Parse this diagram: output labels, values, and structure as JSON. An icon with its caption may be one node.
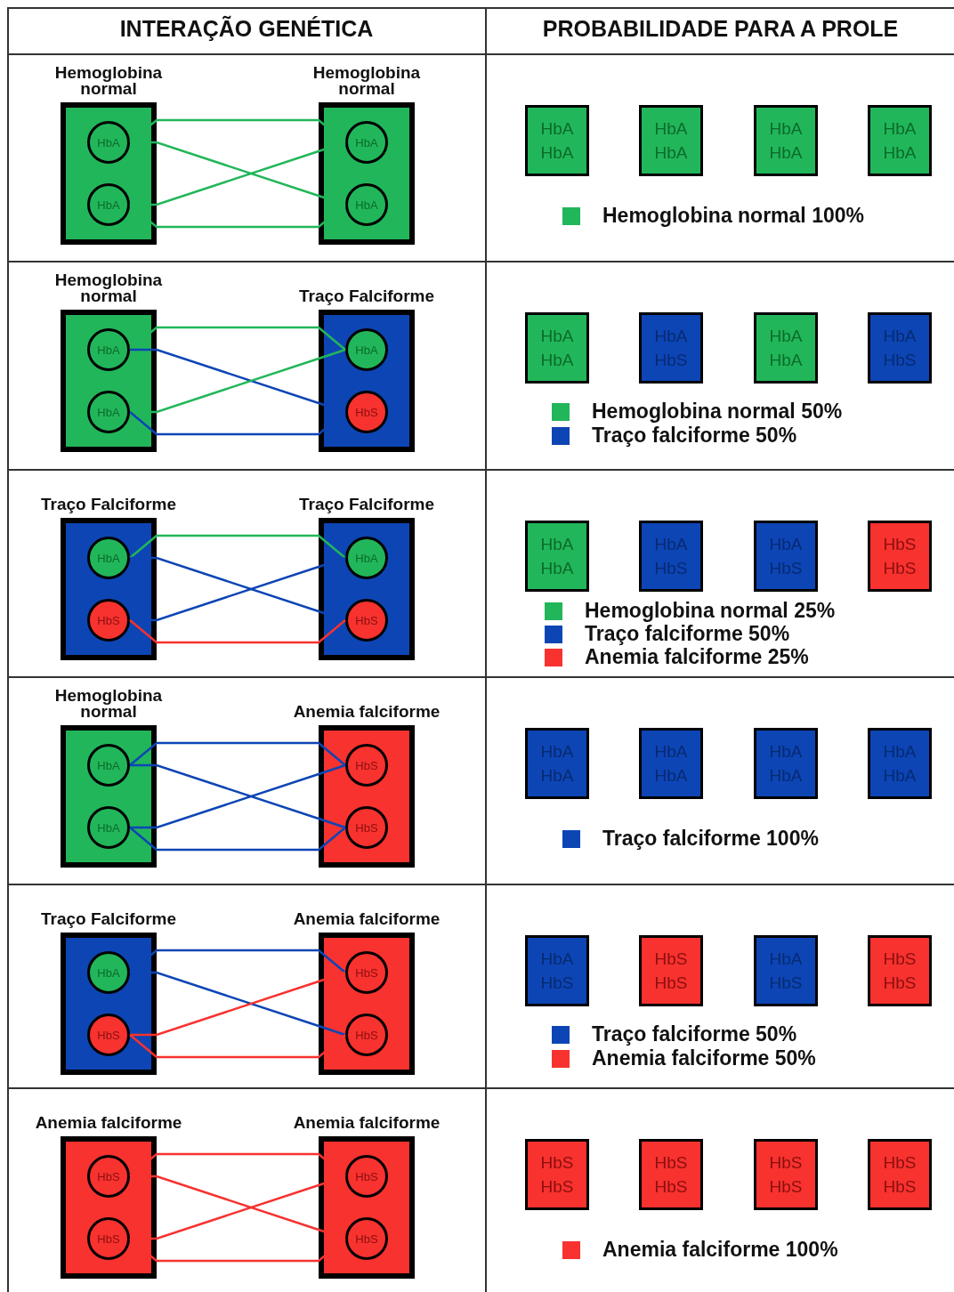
{
  "diagram": {
    "nodes": [
      {
        "text": [
          "Hemoglobina normal"
        ]
      },
      {
        "text": [
          "HbA"
        ],
        "in": 0
      },
      {
        "text": [
          "HbA"
        ],
        "in": 0
      },
      {
        "text": [
          "Hemoglobina normal"
        ]
      },
      {
        "text": [
          "HbA"
        ],
        "in": 3
      },
      {
        "text": [
          "HbA"
        ],
        "in": 3
      },
      {
        "text": [
          "HbA",
          "HbA"
        ]
      },
      {
        "text": [
          "HbA",
          "HbA"
        ]
      },
      {
        "text": [
          "HbA",
          "HbA"
        ]
      },
      {
        "text": [
          "HbA",
          "HbA"
        ]
      },
      {
        "text": [
          "Hemoglobina normal"
        ]
      },
      {
        "text": [
          "HbA"
        ],
        "in": 10
      },
      {
        "text": [
          "HbA"
        ],
        "in": 10
      },
      {
        "text": [
          "Traço Falciforme"
        ]
      },
      {
        "text": [
          "HbA"
        ],
        "in": 13
      },
      {
        "text": [
          "HbS"
        ],
        "in": 13
      },
      {
        "text": [
          "HbA",
          "HbA"
        ]
      },
      {
        "text": [
          "HbA",
          "HbS"
        ]
      },
      {
        "text": [
          "HbA",
          "HbA"
        ]
      },
      {
        "text": [
          "HbA",
          "HbS"
        ]
      },
      {
        "text": [
          "Traço Falciforme"
        ]
      },
      {
        "text": [
          "HbA"
        ],
        "in": 20
      },
      {
        "text": [
          "HbS"
        ],
        "in": 20
      },
      {
        "text": [
          "Traço Falciforme"
        ]
      },
      {
        "text": [
          "HbA"
        ],
        "in": 23
      },
      {
        "text": [
          "HbS"
        ],
        "in": 23
      },
      {
        "text": [
          "HbA",
          "HbA"
        ]
      },
      {
        "text": [
          "HbA",
          "HbS"
        ]
      },
      {
        "text": [
          "HbA",
          "HbS"
        ]
      },
      {
        "text": [
          "HbS",
          "HbS"
        ]
      },
      {
        "text": [
          "Hemoglobina normal"
        ]
      },
      {
        "text": [
          "HbA"
        ],
        "in": 30
      },
      {
        "text": [
          "HbA"
        ],
        "in": 30
      },
      {
        "text": [
          "Anemia falciforme"
        ]
      },
      {
        "text": [
          "HbS"
        ],
        "in": 33
      },
      {
        "text": [
          "HbS"
        ],
        "in": 33
      },
      {
        "text": [
          "HbA",
          "HbA"
        ]
      },
      {
        "text": [
          "HbA",
          "HbA"
        ]
      },
      {
        "text": [
          "HbA",
          "HbA"
        ]
      },
      {
        "text": [
          "HbA",
          "HbA"
        ]
      },
      {
        "text": [
          "Traço Falciforme"
        ]
      },
      {
        "text": [
          "HbA"
        ],
        "in": 40
      },
      {
        "text": [
          "HbS"
        ],
        "in": 40
      },
      {
        "text": [
          "Anemia falciforme"
        ]
      },
      {
        "text": [
          "HbS"
        ],
        "in": 43
      },
      {
        "text": [
          "HbS"
        ],
        "in": 43
      },
      {
        "text": [
          "HbA",
          "HbS"
        ]
      },
      {
        "text": [
          "HbS",
          "HbS"
        ]
      },
      {
        "text": [
          "HbA",
          "HbS"
        ]
      },
      {
        "text": [
          "HbS",
          "HbS"
        ]
      },
      {
        "text": [
          "Anemia falciforme"
        ]
      },
      {
        "text": [
          "HbS"
        ],
        "in": 50
      },
      {
        "text": [
          "HbS"
        ],
        "in": 50
      },
      {
        "text": [
          "Anemia falciforme"
        ]
      },
      {
        "text": [
          "HbS"
        ],
        "in": 53
      },
      {
        "text": [
          "HbS"
        ],
        "in": 53
      },
      {
        "text": [
          "HbS",
          "HbS"
        ]
      },
      {
        "text": [
          "HbS",
          "HbS"
        ]
      },
      {
        "text": [
          "HbS",
          "HbS"
        ]
      },
      {
        "text": [
          "HbS",
          "HbS"
        ]
      }
    ],
    "edges": [
      {
        "from": 1,
        "to": 4,
        "arrow": "none",
        "color": "#22b65a"
      },
      {
        "from": 1,
        "to": 5,
        "arrow": "none",
        "color": "#22b65a"
      },
      {
        "from": 2,
        "to": 4,
        "arrow": "none",
        "color": "#22b65a"
      },
      {
        "from": 2,
        "to": 5,
        "arrow": "none",
        "color": "#22b65a"
      },
      {
        "from": 11,
        "to": 14,
        "arrow": "none",
        "color": "#22b65a"
      },
      {
        "from": 11,
        "to": 15,
        "arrow": "none"
      },
      {
        "from": 12,
        "to": 14,
        "arrow": "none",
        "color": "#22b65a"
      },
      {
        "from": 12,
        "to": 15,
        "arrow": "none"
      },
      {
        "from": 21,
        "to": 24,
        "arrow": "none",
        "color": "#22b65a"
      },
      {
        "from": 21,
        "to": 25,
        "arrow": "none"
      },
      {
        "from": 22,
        "to": 24,
        "arrow": "none"
      },
      {
        "from": 22,
        "to": 25,
        "arrow": "none",
        "color": "#f7322f"
      },
      {
        "from": 31,
        "to": 34,
        "arrow": "none"
      },
      {
        "from": 31,
        "to": 35,
        "arrow": "none"
      },
      {
        "from": 32,
        "to": 34,
        "arrow": "none"
      },
      {
        "from": 32,
        "to": 35,
        "arrow": "none"
      },
      {
        "from": 41,
        "to": 44,
        "arrow": "none"
      },
      {
        "from": 41,
        "to": 45,
        "arrow": "none"
      },
      {
        "from": 42,
        "to": 44,
        "arrow": "none",
        "color": "#f7322f"
      },
      {
        "from": 42,
        "to": 45,
        "arrow": "none",
        "color": "#f7322f"
      },
      {
        "from": 51,
        "to": 54,
        "arrow": "none",
        "color": "#f7322f"
      },
      {
        "from": 51,
        "to": 55,
        "arrow": "none",
        "color": "#f7322f"
      },
      {
        "from": 52,
        "to": 54,
        "arrow": "none",
        "color": "#f7322f"
      },
      {
        "from": 52,
        "to": 55,
        "arrow": "none",
        "color": "#f7322f"
      }
    ],
    "labels": [
      "INTERAÇÃO GENÉTICA",
      "PROBABILIDADE PARA A PROLE"
    ],
    "legend": [
      {
        "text": "Hemoglobina normal 100%",
        "color": "#22b65a"
      },
      {
        "text": "Hemoglobina normal 50%",
        "color": "#22b65a"
      },
      {
        "text": "Traço falciforme 50%",
        "color": "#0d45b5"
      },
      {
        "text": "Hemoglobina normal 25%",
        "color": "#22b65a"
      },
      {
        "text": "Traço falciforme 50%",
        "color": "#0d45b5"
      },
      {
        "text": "Anemia falciforme 25%",
        "color": "#f7322f"
      },
      {
        "text": "Traço falciforme 100%",
        "color": "#0d45b5"
      },
      {
        "text": "Traço falciforme 50%",
        "color": "#0d45b5"
      },
      {
        "text": "Anemia falciforme 50%",
        "color": "#f7322f"
      },
      {
        "text": "Anemia falciforme 100%",
        "color": "#f7322f"
      }
    ]
  }
}
